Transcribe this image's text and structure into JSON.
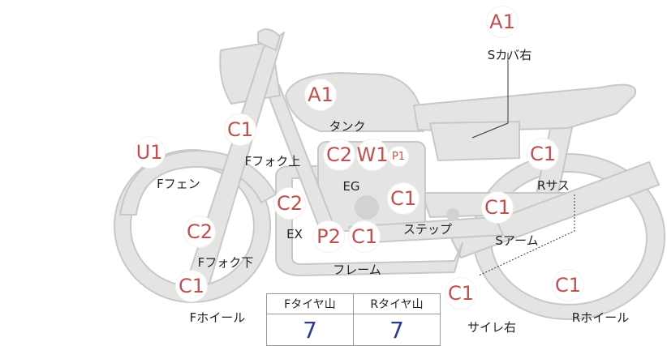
{
  "parts": [
    {
      "id": "s-cover-right",
      "code": "A1",
      "label": "Sカバ右"
    },
    {
      "id": "tank",
      "code": "A1",
      "label": "タンク"
    },
    {
      "id": "f-fork-upper",
      "code": "C1",
      "label": "Fフォク上"
    },
    {
      "id": "f-fender",
      "code": "U1",
      "label": "Fフェン"
    },
    {
      "id": "engine",
      "codes": [
        "C2",
        "W1",
        "P1"
      ],
      "label": "EG"
    },
    {
      "id": "r-suspension",
      "code": "C1",
      "label": "Rサス"
    },
    {
      "id": "exhaust",
      "code": "C2",
      "label": "EX"
    },
    {
      "id": "step",
      "code": "C1",
      "label": "ステップ"
    },
    {
      "id": "swing-arm",
      "code": "C1",
      "label": "Sアーム"
    },
    {
      "id": "f-fork-lower",
      "code": "C2",
      "label": "Fフォク下"
    },
    {
      "id": "frame",
      "codes": [
        "P2",
        "C1"
      ],
      "label": "フレーム"
    },
    {
      "id": "f-wheel",
      "code": "C1",
      "label": "Fホイール"
    },
    {
      "id": "silencer-right",
      "code": "C1",
      "label": "サイレ右"
    },
    {
      "id": "r-wheel",
      "code": "C1",
      "label": "Rホイール"
    }
  ],
  "tire_table": {
    "headers": [
      "Fタイヤ山",
      "Rタイヤ山"
    ],
    "values": [
      "7",
      "7"
    ]
  },
  "colors": {
    "part_fill": "#e4e4e2",
    "part_stroke": "#c6c6c4",
    "code_text": "#c0504d",
    "value_text": "#2f3e8a"
  }
}
